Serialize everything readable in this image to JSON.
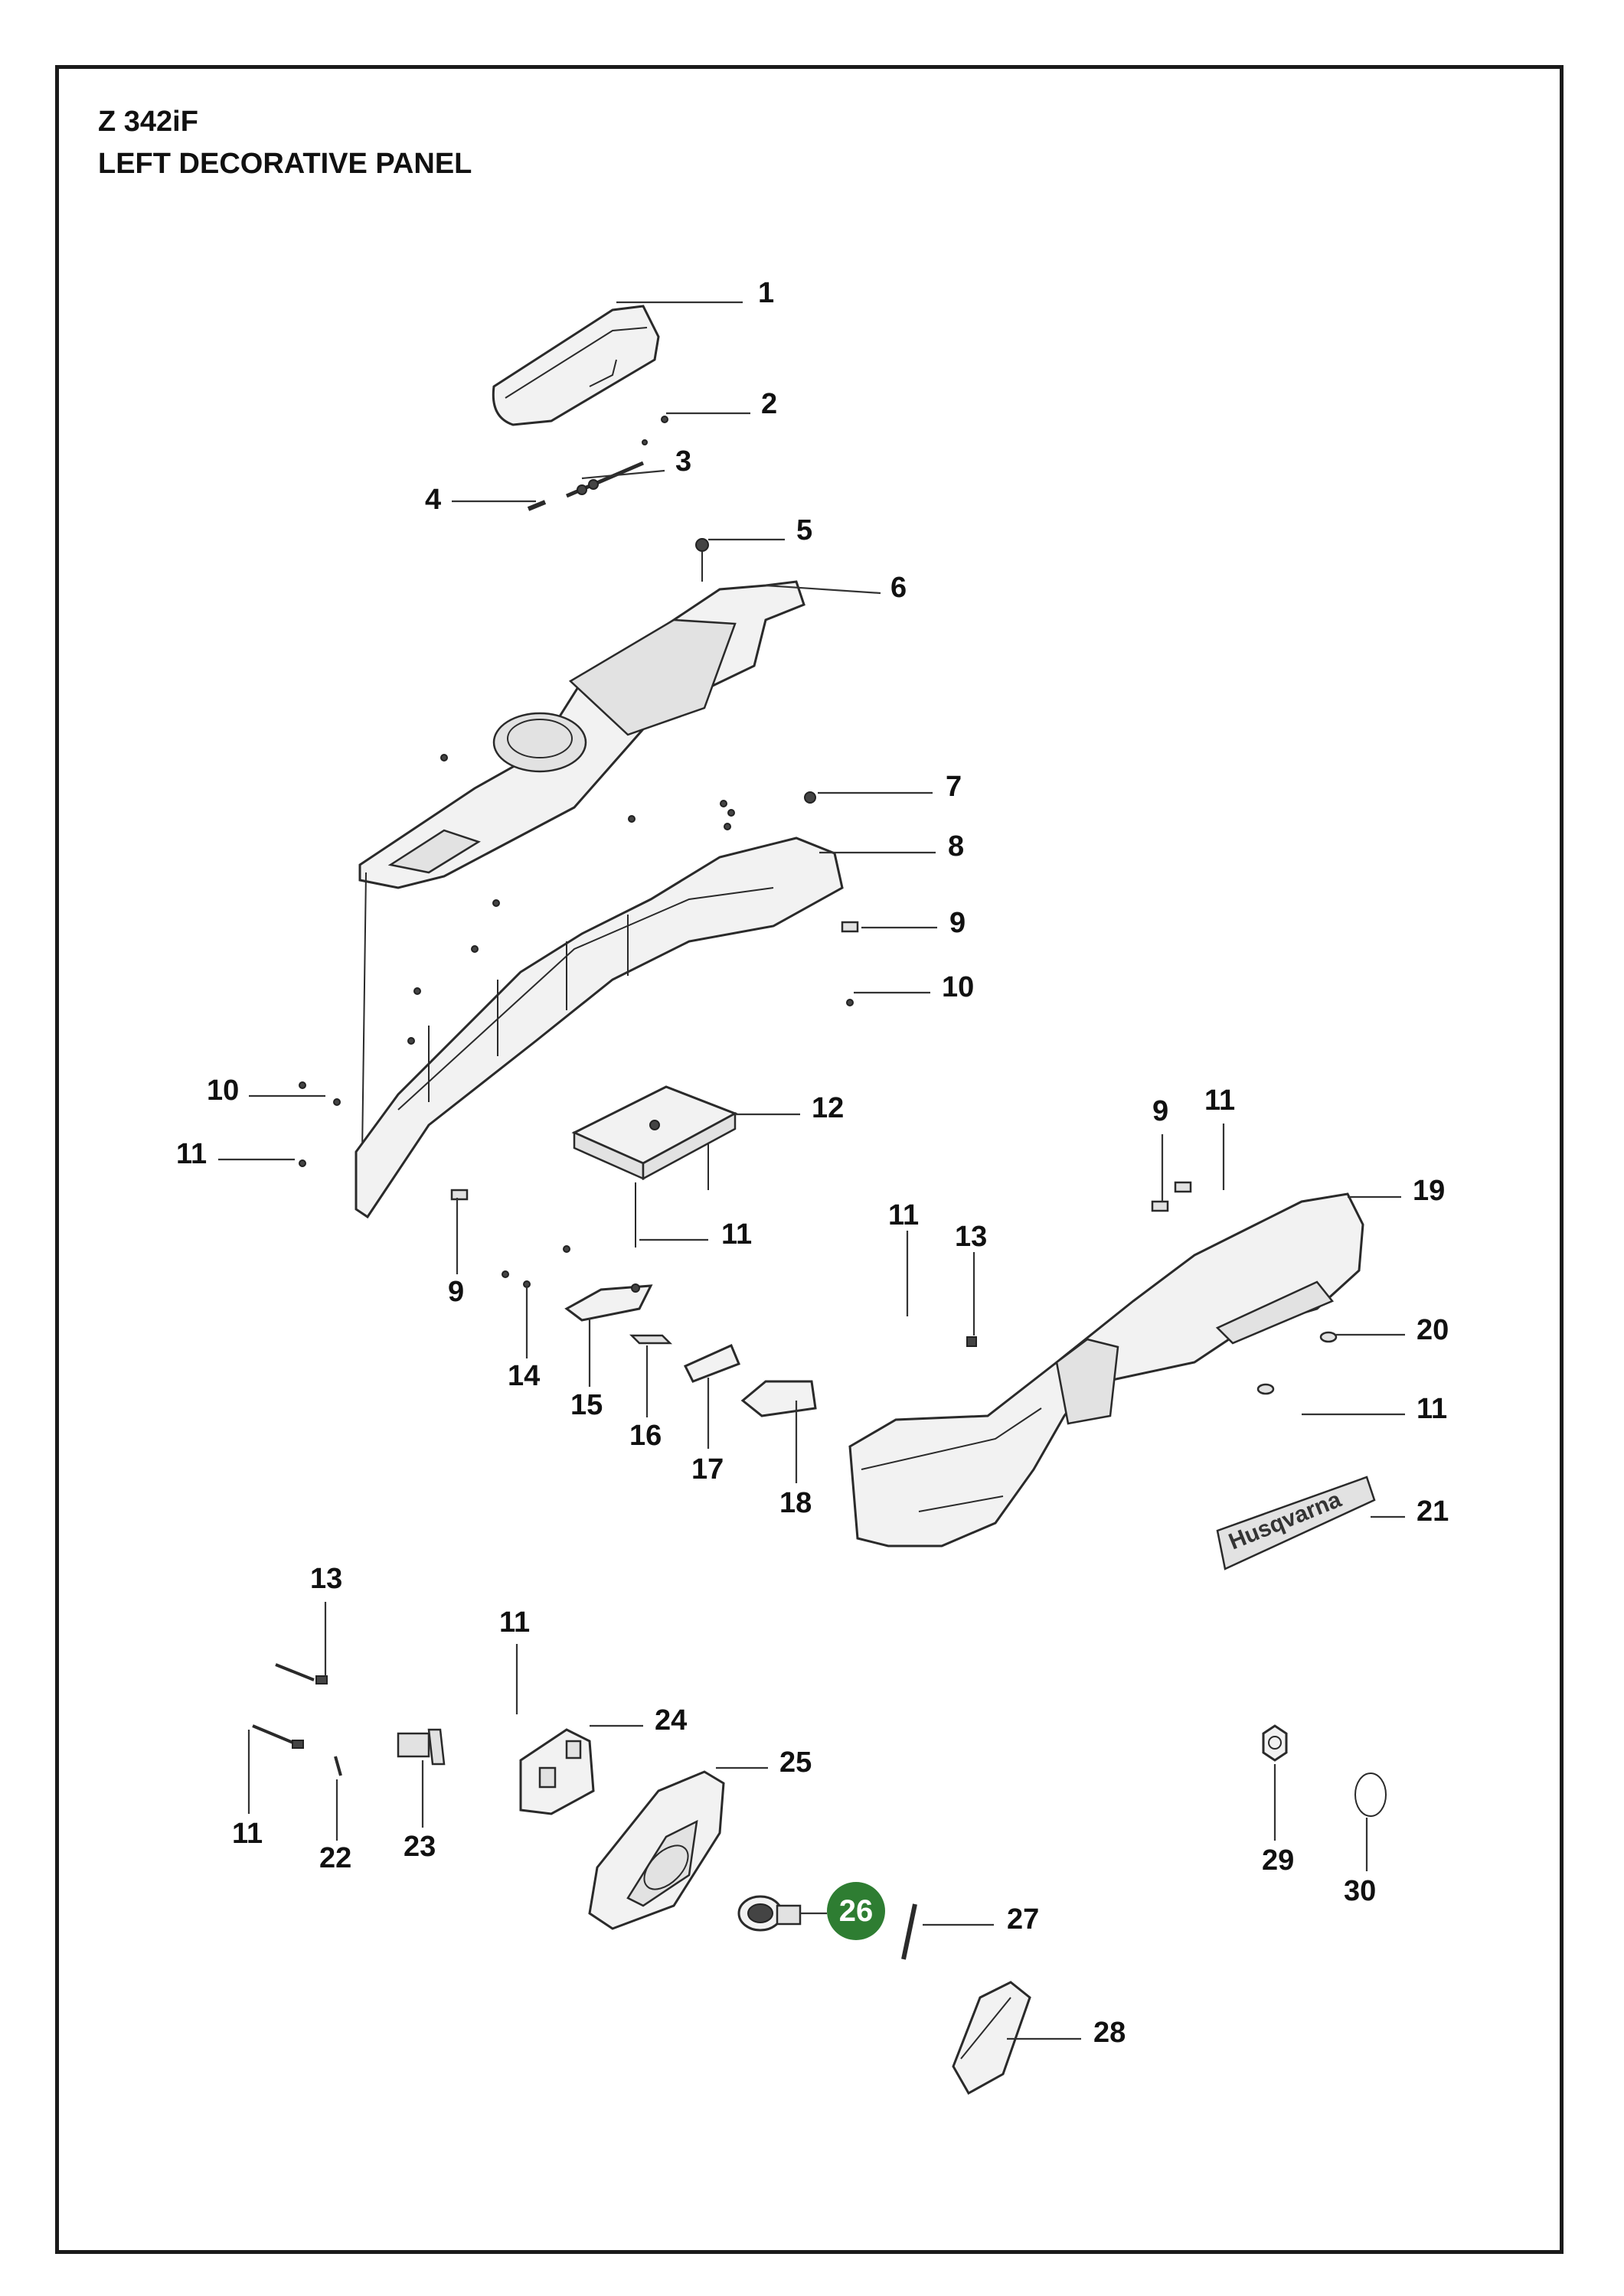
{
  "title": {
    "model": "Z 342iF",
    "name": "LEFT DECORATIVE PANEL"
  },
  "highlight": {
    "label": "26",
    "color": "#2e7d32"
  },
  "labels": [
    "1",
    "2",
    "3",
    "4",
    "5",
    "6",
    "7",
    "8",
    "9",
    "10",
    "10",
    "11",
    "12",
    "11",
    "9",
    "11",
    "13",
    "14",
    "15",
    "16",
    "17",
    "18",
    "9",
    "11",
    "19",
    "20",
    "11",
    "21",
    "13",
    "11",
    "24",
    "25",
    "11",
    "22",
    "23",
    "27",
    "28",
    "29",
    "30"
  ],
  "logo_text": "Husqvarna"
}
